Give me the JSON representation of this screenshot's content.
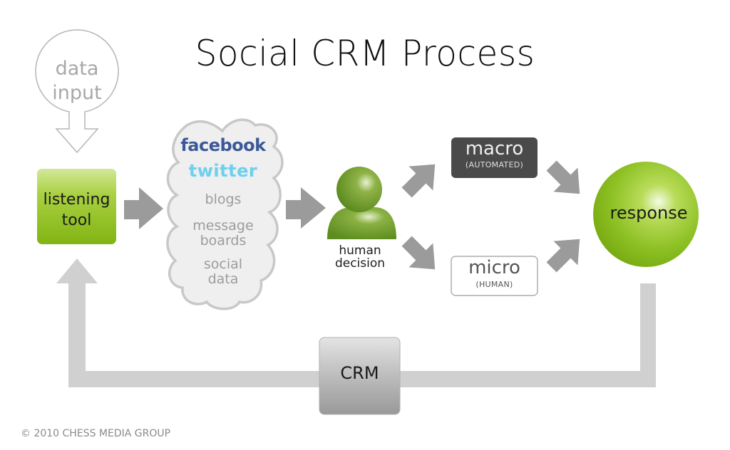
{
  "title": "Social CRM Process",
  "data_input": {
    "line1": "data",
    "line2": "input"
  },
  "listening_tool": {
    "line1": "listening",
    "line2": "tool"
  },
  "cloud": {
    "brands": [
      "facebook",
      "twitter"
    ],
    "items": [
      {
        "line1": "blogs"
      },
      {
        "line1": "message",
        "line2": "boards"
      },
      {
        "line1": "social",
        "line2": "data"
      }
    ]
  },
  "human_decision": {
    "line1": "human",
    "line2": "decision"
  },
  "macro": {
    "label": "macro",
    "sub": "(AUTOMATED)"
  },
  "micro": {
    "label": "micro",
    "sub": "(HUMAN)"
  },
  "response": {
    "label": "response"
  },
  "crm": {
    "label": "CRM"
  },
  "footer": {
    "copyright": "© 2010 CHESS MEDIA GROUP"
  },
  "colors": {
    "green": "#8cbf1e",
    "green_dark": "#5b8a1a",
    "arrow_gray": "#9b9b9b",
    "loop_gray": "#d0d0d0",
    "macro_dark": "#4a4a4a",
    "facebook_blue": "#3b5998",
    "twitter_cyan": "#6fd0ee"
  }
}
